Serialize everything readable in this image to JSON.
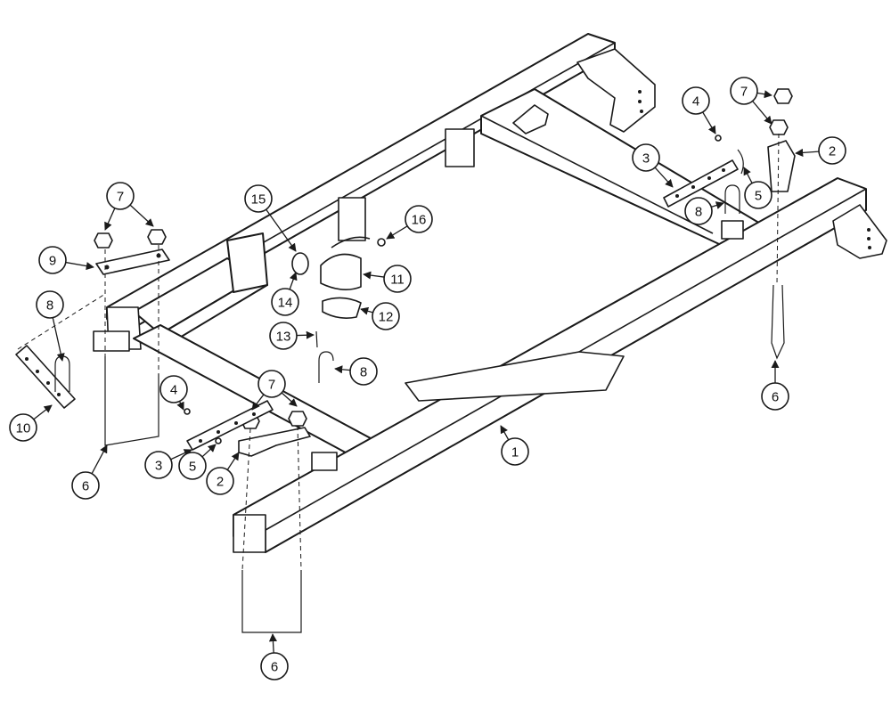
{
  "diagram": {
    "kind": "exploded-parts-view",
    "subject": "frame assembly",
    "callouts": [
      {
        "id": "c1",
        "label": "1"
      },
      {
        "id": "c2a",
        "label": "2"
      },
      {
        "id": "c2b",
        "label": "2"
      },
      {
        "id": "c3a",
        "label": "3"
      },
      {
        "id": "c3b",
        "label": "3"
      },
      {
        "id": "c4a",
        "label": "4"
      },
      {
        "id": "c4b",
        "label": "4"
      },
      {
        "id": "c5a",
        "label": "5"
      },
      {
        "id": "c5b",
        "label": "5"
      },
      {
        "id": "c6a",
        "label": "6"
      },
      {
        "id": "c6b",
        "label": "6"
      },
      {
        "id": "c6c",
        "label": "6"
      },
      {
        "id": "c7a",
        "label": "7"
      },
      {
        "id": "c7b",
        "label": "7"
      },
      {
        "id": "c7c",
        "label": "7"
      },
      {
        "id": "c8a",
        "label": "8"
      },
      {
        "id": "c8b",
        "label": "8"
      },
      {
        "id": "c8c",
        "label": "8"
      },
      {
        "id": "c9",
        "label": "9"
      },
      {
        "id": "c10",
        "label": "10"
      },
      {
        "id": "c11",
        "label": "11"
      },
      {
        "id": "c12",
        "label": "12"
      },
      {
        "id": "c13",
        "label": "13"
      },
      {
        "id": "c14",
        "label": "14"
      },
      {
        "id": "c15",
        "label": "15"
      },
      {
        "id": "c16",
        "label": "16"
      }
    ]
  },
  "colors": {
    "ink": "#1a1a1a",
    "paper": "#ffffff"
  }
}
